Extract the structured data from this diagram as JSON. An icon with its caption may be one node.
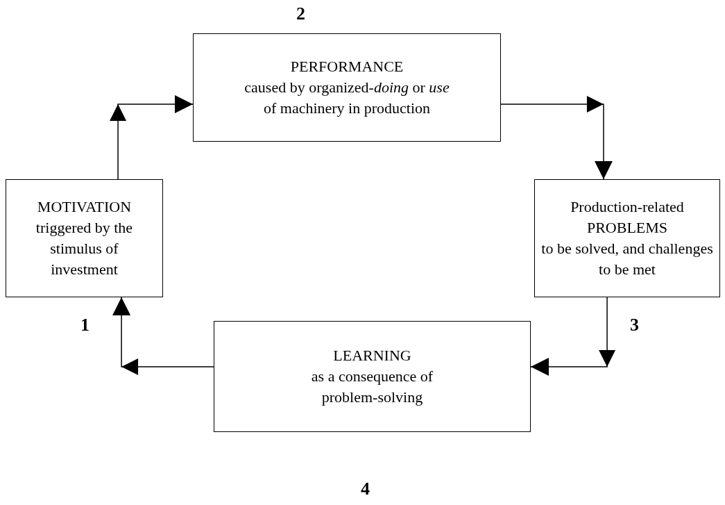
{
  "diagram": {
    "nodes": [
      {
        "text": [
          "MOTIVATION",
          "triggered by the stimulus of investment"
        ]
      },
      {
        "text": [
          "PERFORMANCE",
          "caused by organized-*doing* or *use* of machinery in production"
        ]
      },
      {
        "text": [
          "Production-related PROBLEMS",
          "to be solved, and challenges to be met"
        ]
      },
      {
        "text": [
          "LEARNING",
          "as a consequence of problem-solving"
        ]
      }
    ],
    "edges": [
      {
        "from": 0,
        "to": 1,
        "arrow": "to"
      },
      {
        "from": 1,
        "to": 2,
        "arrow": "to"
      },
      {
        "from": 2,
        "to": 3,
        "arrow": "to"
      },
      {
        "from": 3,
        "to": 0,
        "arrow": "to"
      }
    ],
    "labels": [
      "2",
      "1",
      "3",
      "4"
    ]
  }
}
